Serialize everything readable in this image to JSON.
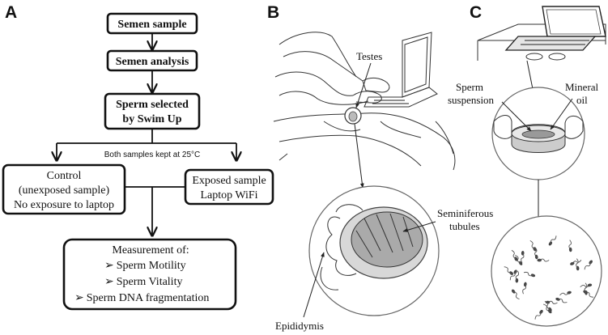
{
  "panels": {
    "a": "A",
    "b": "B",
    "c": "C"
  },
  "flow": {
    "semen_sample": "Semen sample",
    "semen_analysis": "Semen analysis",
    "sperm_selected": [
      "Sperm selected",
      "by Swim Up"
    ],
    "both_kept": "Both samples kept at 25°C",
    "control": [
      "Control",
      "(unexposed sample)",
      "No exposure to laptop"
    ],
    "exposed": [
      "Exposed sample",
      "Laptop WiFi"
    ],
    "measurement_title": "Measurement of:",
    "measurements": [
      "Sperm Motility",
      "Sperm Vitality",
      "Sperm DNA  fragmentation"
    ],
    "bullet": "➢"
  },
  "labels_b": {
    "testes": "Testes",
    "seminiferous": [
      "Seminiferous",
      "tubules"
    ],
    "epididymis": "Epididymis"
  },
  "labels_c": {
    "sperm_suspension": [
      "Sperm",
      "suspension"
    ],
    "mineral_oil": [
      "Mineral",
      "oil"
    ]
  }
}
